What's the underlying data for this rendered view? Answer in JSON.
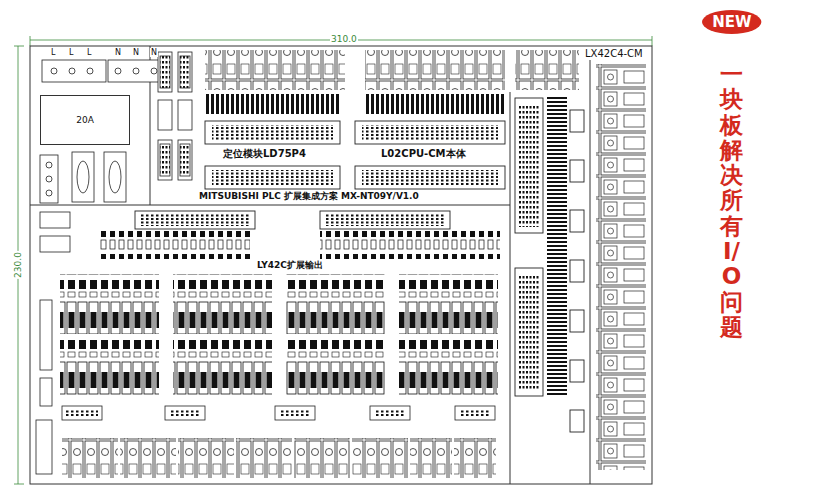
{
  "diagram": {
    "nodes": [
      {
        "text": [
          "NEW"
        ]
      },
      {
        "text": [
          "20A"
        ]
      }
    ],
    "labels": [
      "310.0",
      "230.0",
      "L",
      "L",
      "L",
      "N",
      "N",
      "N",
      "定位模块LD75P4",
      "L02CPU-CM本体",
      "MITSUBISHI PLC 扩展集成方案",
      "MX-NT09Y/V1.0",
      "LY42C扩展输出",
      "LX42C4-CM",
      "一块板解决所有I/O问题"
    ]
  }
}
